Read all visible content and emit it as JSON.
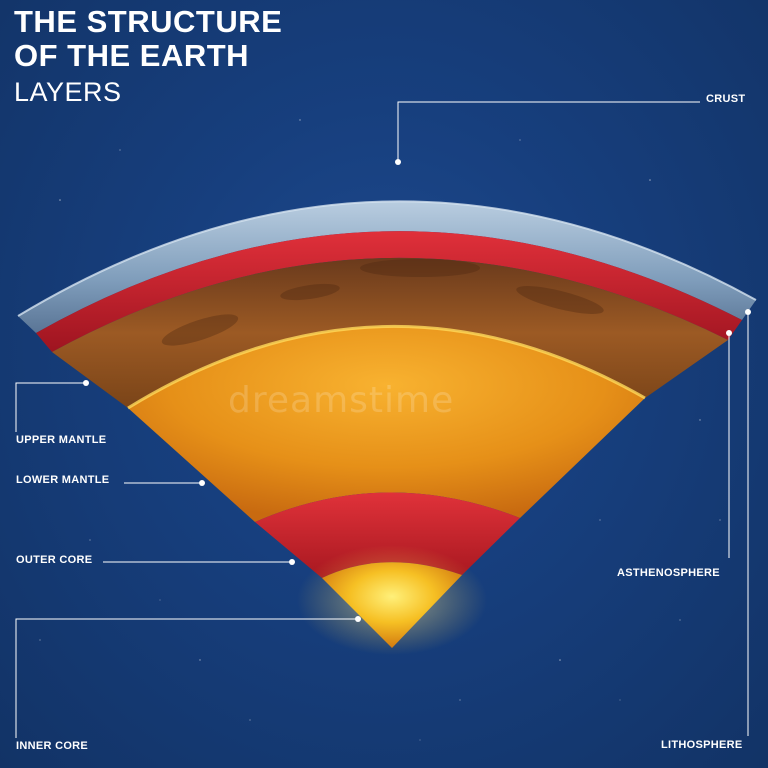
{
  "title": {
    "line1": "THE STRUCTURE",
    "line2": "OF THE EARTH",
    "subtitle": "LAYERS"
  },
  "labels": {
    "crust": "CRUST",
    "upper_mantle": "UPPER MANTLE",
    "lower_mantle": "LOWER MANTLE",
    "outer_core": "OUTER CORE",
    "asthenosphere": "ASTHENOSPHERE",
    "inner_core": "INNER CORE",
    "lithosphere": "LITHOSPHERE"
  },
  "watermark": "dreamstime",
  "colors": {
    "background": "#173f7e",
    "crust": "#8aa6c2",
    "lithosphere_red": "#c8202a",
    "upper_mantle": "#8a4a1c",
    "lower_mantle": "#e8a020",
    "outer_core": "#c8262a",
    "inner_core": "#f2b21c",
    "leader_line": "#ffffff"
  }
}
